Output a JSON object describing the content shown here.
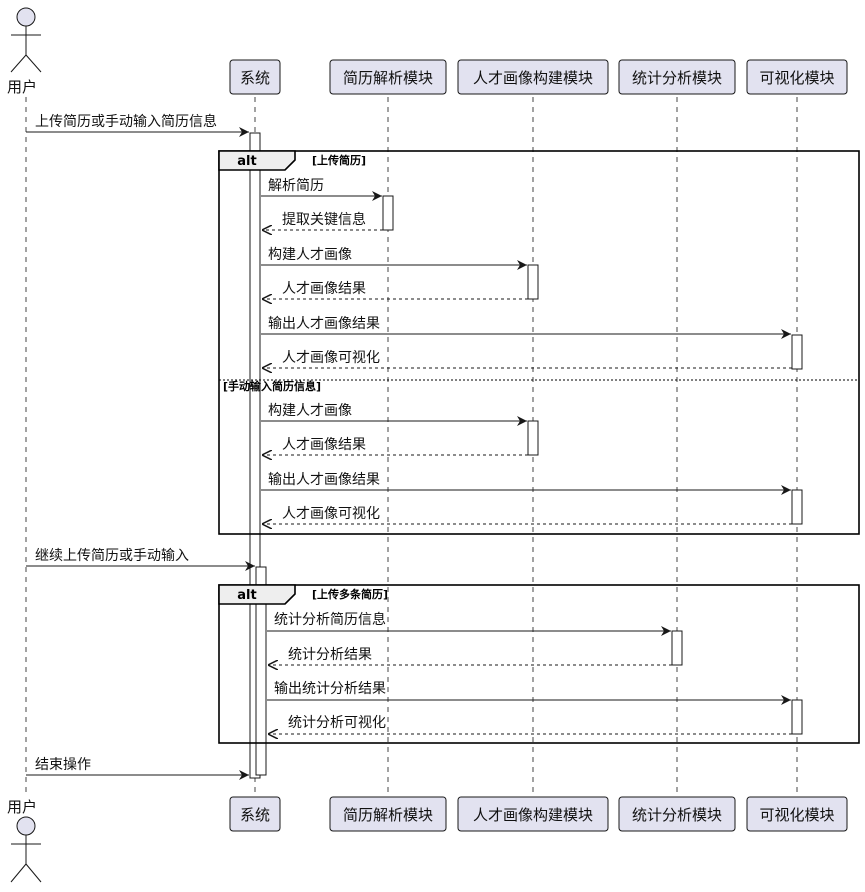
{
  "colors": {
    "box_fill": "#e2e2f0",
    "box_border": "#181818",
    "lifeline": "#181818",
    "actor_fill": "#e2e2f0",
    "activation_fill": "#ffffff",
    "fragment_tab_fill": "#eeeeee"
  },
  "actor": {
    "label": "用户"
  },
  "participants": [
    {
      "id": "sys",
      "label": "系统"
    },
    {
      "id": "parse",
      "label": "简历解析模块"
    },
    {
      "id": "profile",
      "label": "人才画像构建模块"
    },
    {
      "id": "stats",
      "label": "统计分析模块"
    },
    {
      "id": "viz",
      "label": "可视化模块"
    }
  ],
  "fragments": [
    {
      "keyword": "alt",
      "guards": [
        "[上传简历]",
        "[手动输入简历信息]"
      ]
    },
    {
      "keyword": "alt",
      "guards": [
        "[上传多条简历]"
      ]
    }
  ],
  "messages": [
    {
      "from": "user",
      "to": "sys",
      "label": "上传简历或手动输入简历信息",
      "style": "solid"
    },
    {
      "from": "sys",
      "to": "parse",
      "label": "解析简历",
      "style": "solid"
    },
    {
      "from": "parse",
      "to": "sys",
      "label": "提取关键信息",
      "style": "dashed"
    },
    {
      "from": "sys",
      "to": "profile",
      "label": "构建人才画像",
      "style": "solid"
    },
    {
      "from": "profile",
      "to": "sys",
      "label": "人才画像结果",
      "style": "dashed"
    },
    {
      "from": "sys",
      "to": "viz",
      "label": "输出人才画像结果",
      "style": "solid"
    },
    {
      "from": "viz",
      "to": "sys",
      "label": "人才画像可视化",
      "style": "dashed"
    },
    {
      "from": "sys",
      "to": "profile",
      "label": "构建人才画像",
      "style": "solid"
    },
    {
      "from": "profile",
      "to": "sys",
      "label": "人才画像结果",
      "style": "dashed"
    },
    {
      "from": "sys",
      "to": "viz",
      "label": "输出人才画像结果",
      "style": "solid"
    },
    {
      "from": "viz",
      "to": "sys",
      "label": "人才画像可视化",
      "style": "dashed"
    },
    {
      "from": "user",
      "to": "sys",
      "label": "继续上传简历或手动输入",
      "style": "solid"
    },
    {
      "from": "sys",
      "to": "stats",
      "label": "统计分析简历信息",
      "style": "solid"
    },
    {
      "from": "stats",
      "to": "sys",
      "label": "统计分析结果",
      "style": "dashed"
    },
    {
      "from": "sys",
      "to": "viz",
      "label": "输出统计分析结果",
      "style": "solid"
    },
    {
      "from": "viz",
      "to": "sys",
      "label": "统计分析可视化",
      "style": "dashed"
    },
    {
      "from": "user",
      "to": "sys",
      "label": "结束操作",
      "style": "solid"
    }
  ]
}
